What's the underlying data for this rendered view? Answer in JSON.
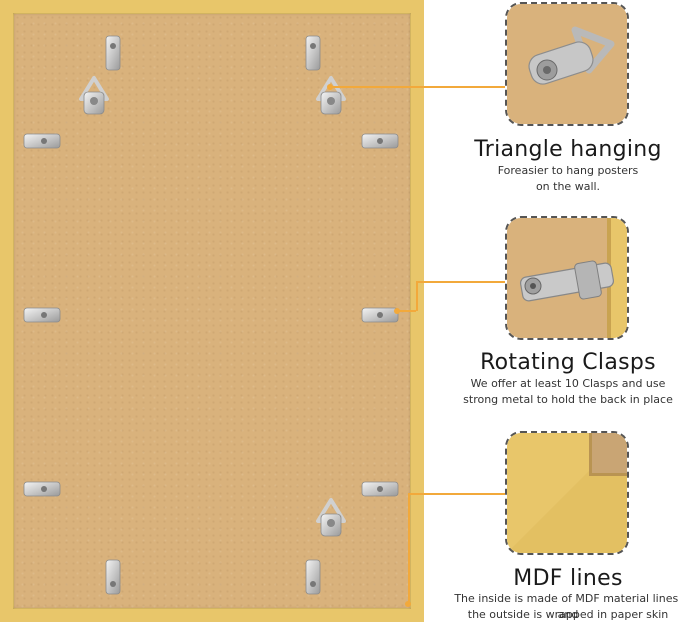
{
  "features": [
    {
      "title": "Triangle hanging",
      "desc_line1": "Foreasier to hang posters",
      "desc_line2": "on the wall.",
      "icon": "triangle-hanger-icon"
    },
    {
      "title": "Rotating Clasps",
      "desc_line1": "We offer at least 10 Clasps and use",
      "desc_line2": "strong metal to hold the back in place",
      "icon": "rotating-clasp-icon"
    },
    {
      "title": "MDF lines",
      "desc_line1": "The inside is made of MDF material lines, and",
      "desc_line2": "the outside is wrapped in paper skin",
      "icon": "mdf-corner-icon"
    }
  ],
  "colors": {
    "frame": "#e8c66a",
    "backing": "#d9b27c",
    "accent": "#f2a93b",
    "metal": "#c9c9c9"
  }
}
